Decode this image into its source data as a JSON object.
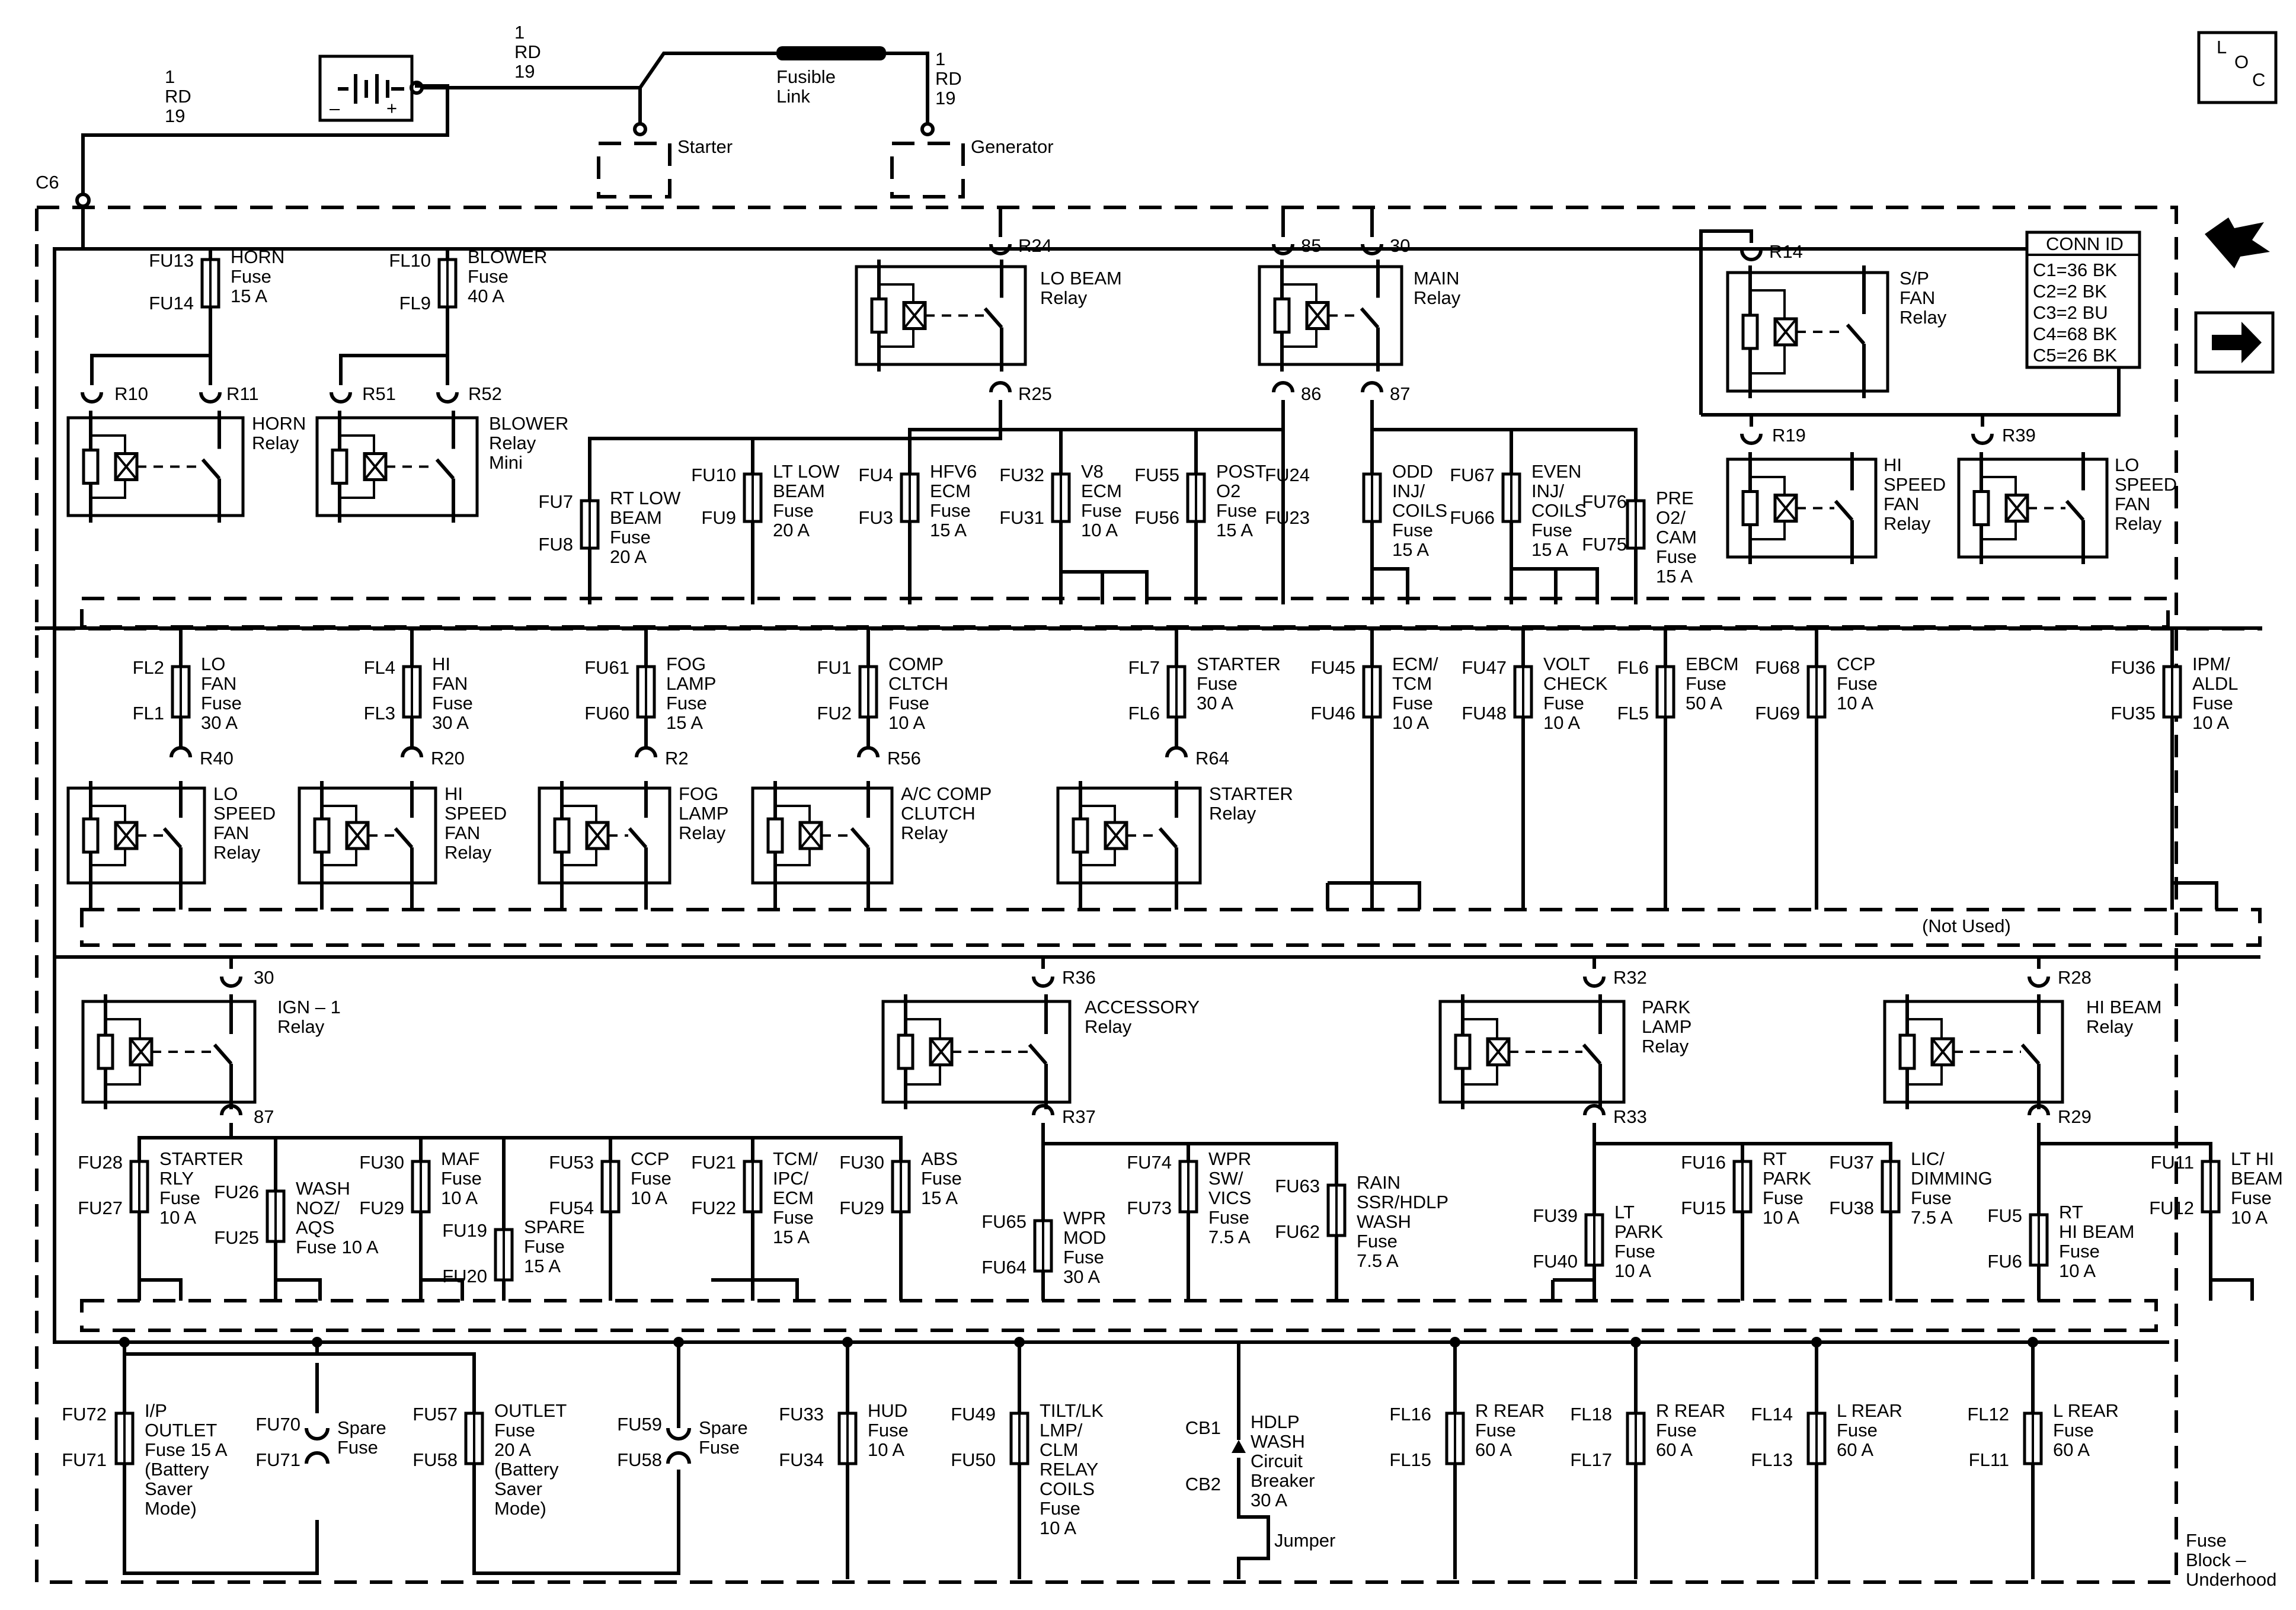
{
  "top": {
    "wire1": [
      "1",
      "RD",
      "19"
    ],
    "wire2": [
      "1",
      "RD",
      "19"
    ],
    "wire3": [
      "1",
      "RD",
      "19"
    ],
    "fusible_link": [
      "Fusible",
      "Link"
    ],
    "starter": "Starter",
    "generator": "Generator",
    "c6": "C6",
    "battery_minus": "–",
    "battery_plus": "+",
    "loc": [
      "L",
      "O",
      "C"
    ]
  },
  "conn_id": {
    "title": "CONN ID",
    "rows": [
      "C1=36 BK",
      "C2=2 BK",
      "C3=2 BU",
      "C4=68 BK",
      "C5=26 BK"
    ]
  },
  "not_used": "(Not Used)",
  "block_label": [
    "Fuse",
    "Block –",
    "Underhood"
  ],
  "relays": [
    {
      "id": "horn",
      "pins": [
        "R10",
        "R11"
      ],
      "name": [
        "HORN",
        "Relay"
      ]
    },
    {
      "id": "blower",
      "pins": [
        "R51",
        "R52"
      ],
      "name": [
        "BLOWER",
        "Relay",
        "Mini"
      ]
    },
    {
      "id": "lobeam",
      "pins": [
        "R24",
        "R25"
      ],
      "name": [
        "LO BEAM",
        "Relay"
      ]
    },
    {
      "id": "main",
      "pins": [
        "85",
        "30",
        "86",
        "87"
      ],
      "name": [
        "MAIN",
        "Relay"
      ]
    },
    {
      "id": "spfan",
      "pins": [
        "R14"
      ],
      "name": [
        "S/P",
        "FAN",
        "Relay"
      ]
    },
    {
      "id": "hispeed1",
      "pins": [
        "R19"
      ],
      "name": [
        "HI",
        "SPEED",
        "FAN",
        "Relay"
      ]
    },
    {
      "id": "lospeed1",
      "pins": [
        "R39"
      ],
      "name": [
        "LO",
        "SPEED",
        "FAN",
        "Relay"
      ]
    },
    {
      "id": "lospeed2",
      "pins": [
        "R40"
      ],
      "name": [
        "LO",
        "SPEED",
        "FAN",
        "Relay"
      ]
    },
    {
      "id": "hispeed2",
      "pins": [
        "R20"
      ],
      "name": [
        "HI",
        "SPEED",
        "FAN",
        "Relay"
      ]
    },
    {
      "id": "foglamp",
      "pins": [
        "R2"
      ],
      "name": [
        "FOG",
        "LAMP",
        "Relay"
      ]
    },
    {
      "id": "accomp",
      "pins": [
        "R56"
      ],
      "name": [
        "A/C COMP",
        "CLUTCH",
        "Relay"
      ]
    },
    {
      "id": "starter",
      "pins": [
        "R64"
      ],
      "name": [
        "STARTER",
        "Relay"
      ]
    },
    {
      "id": "ign1",
      "pins": [
        "30",
        "87"
      ],
      "name": [
        "IGN – 1",
        "Relay"
      ]
    },
    {
      "id": "accessory",
      "pins": [
        "R36",
        "R37"
      ],
      "name": [
        "ACCESSORY",
        "Relay"
      ]
    },
    {
      "id": "parklamp",
      "pins": [
        "R32",
        "R33"
      ],
      "name": [
        "PARK",
        "LAMP",
        "Relay"
      ]
    },
    {
      "id": "hibeam",
      "pins": [
        "R28",
        "R29"
      ],
      "name": [
        "HI BEAM",
        "Relay"
      ]
    }
  ],
  "fuses": [
    {
      "id": "horn",
      "pins": [
        "FU13",
        "FU14"
      ],
      "name": [
        "HORN",
        "Fuse",
        "15 A"
      ]
    },
    {
      "id": "blower",
      "pins": [
        "FL10",
        "FL9"
      ],
      "name": [
        "BLOWER",
        "Fuse",
        "40 A"
      ]
    },
    {
      "id": "rtlowbeam",
      "pins": [
        "FU7",
        "FU8"
      ],
      "name": [
        "RT LOW",
        "BEAM",
        "Fuse",
        "20 A"
      ]
    },
    {
      "id": "ltlowbeam",
      "pins": [
        "FU10",
        "FU9"
      ],
      "name": [
        "LT LOW",
        "BEAM",
        "Fuse",
        "20 A"
      ]
    },
    {
      "id": "hfv6",
      "pins": [
        "FU4",
        "FU3"
      ],
      "name": [
        "HFV6",
        "ECM",
        "Fuse",
        "15 A"
      ]
    },
    {
      "id": "v8ecm",
      "pins": [
        "FU32",
        "FU31"
      ],
      "name": [
        "V8",
        "ECM",
        "Fuse",
        "10 A"
      ]
    },
    {
      "id": "posto2",
      "pins": [
        "FU55",
        "FU56"
      ],
      "name": [
        "POST",
        "O2",
        "Fuse",
        "15 A"
      ]
    },
    {
      "id": "oddinj",
      "pins": [
        "FU24",
        "FU23"
      ],
      "name": [
        "ODD",
        "INJ/",
        "COILS",
        "Fuse",
        "15 A"
      ]
    },
    {
      "id": "eveninj",
      "pins": [
        "FU67",
        "FU66"
      ],
      "name": [
        "EVEN",
        "INJ/",
        "COILS",
        "Fuse",
        "15 A"
      ]
    },
    {
      "id": "preo2",
      "pins": [
        "FU76",
        "FU75"
      ],
      "name": [
        "PRE",
        "O2/",
        "CAM",
        "Fuse",
        "15 A"
      ]
    },
    {
      "id": "lofan",
      "pins": [
        "FL2",
        "FL1"
      ],
      "name": [
        "LO",
        "FAN",
        "Fuse",
        "30 A"
      ]
    },
    {
      "id": "hifan",
      "pins": [
        "FL4",
        "FL3"
      ],
      "name": [
        "HI",
        "FAN",
        "Fuse",
        "30 A"
      ]
    },
    {
      "id": "foglamp",
      "pins": [
        "FU61",
        "FU60"
      ],
      "name": [
        "FOG",
        "LAMP",
        "Fuse",
        "15 A"
      ]
    },
    {
      "id": "compcltch",
      "pins": [
        "FU1",
        "FU2"
      ],
      "name": [
        "COMP",
        "CLTCH",
        "Fuse",
        "10 A"
      ]
    },
    {
      "id": "starter",
      "pins": [
        "FL7",
        "FL6"
      ],
      "name": [
        "STARTER",
        "Fuse",
        "30 A"
      ]
    },
    {
      "id": "ecmtcm",
      "pins": [
        "FU45",
        "FU46"
      ],
      "name": [
        "ECM/",
        "TCM",
        "Fuse",
        "10 A"
      ]
    },
    {
      "id": "voltcheck",
      "pins": [
        "FU47",
        "FU48"
      ],
      "name": [
        "VOLT",
        "CHECK",
        "Fuse",
        "10 A"
      ]
    },
    {
      "id": "ebcm",
      "pins": [
        "FL6",
        "FL5"
      ],
      "name": [
        "EBCM",
        "Fuse",
        "50 A"
      ]
    },
    {
      "id": "ccp1",
      "pins": [
        "FU68",
        "FU69"
      ],
      "name": [
        "CCP",
        "Fuse",
        "10 A"
      ]
    },
    {
      "id": "ipmaldl",
      "pins": [
        "FU36",
        "FU35"
      ],
      "name": [
        "IPM/",
        "ALDL",
        "Fuse",
        "10 A"
      ]
    },
    {
      "id": "starterrly",
      "pins": [
        "FU28",
        "FU27"
      ],
      "name": [
        "STARTER",
        "RLY",
        "Fuse",
        "10 A"
      ]
    },
    {
      "id": "washnoz",
      "pins": [
        "FU26",
        "FU25"
      ],
      "name": [
        "WASH",
        "NOZ/",
        "AQS",
        "Fuse 10 A"
      ]
    },
    {
      "id": "maf",
      "pins": [
        "FU30",
        "FU29"
      ],
      "name": [
        "MAF",
        "Fuse",
        "10 A"
      ]
    },
    {
      "id": "spare1",
      "pins": [
        "FU19",
        "FU20"
      ],
      "name": [
        "SPARE",
        "Fuse",
        "15 A"
      ]
    },
    {
      "id": "ccp2",
      "pins": [
        "FU53",
        "FU54"
      ],
      "name": [
        "CCP",
        "Fuse",
        "10 A"
      ]
    },
    {
      "id": "tcmipc",
      "pins": [
        "FU21",
        "FU22"
      ],
      "name": [
        "TCM/",
        "IPC/",
        "ECM",
        "Fuse",
        "15 A"
      ]
    },
    {
      "id": "abs",
      "pins": [
        "FU30",
        "FU29"
      ],
      "name": [
        "ABS",
        "Fuse",
        "15 A"
      ]
    },
    {
      "id": "wprmod",
      "pins": [
        "FU65",
        "FU64"
      ],
      "name": [
        "WPR",
        "MOD",
        "Fuse",
        "30 A"
      ]
    },
    {
      "id": "wprsw",
      "pins": [
        "FU74",
        "FU73"
      ],
      "name": [
        "WPR",
        "SW/",
        "VICS",
        "Fuse",
        "7.5 A"
      ]
    },
    {
      "id": "rainssr",
      "pins": [
        "FU63",
        "FU62"
      ],
      "name": [
        "RAIN",
        "SSR/HDLP",
        "WASH",
        "Fuse",
        "7.5 A"
      ]
    },
    {
      "id": "ltpark",
      "pins": [
        "FU39",
        "FU40"
      ],
      "name": [
        "LT",
        "PARK",
        "Fuse",
        "10 A"
      ]
    },
    {
      "id": "rtpark",
      "pins": [
        "FU16",
        "FU15"
      ],
      "name": [
        "RT",
        "PARK",
        "Fuse",
        "10 A"
      ]
    },
    {
      "id": "licdim",
      "pins": [
        "FU37",
        "FU38"
      ],
      "name": [
        "LIC/",
        "DIMMING",
        "Fuse",
        "7.5 A"
      ]
    },
    {
      "id": "rthibeam",
      "pins": [
        "FU5",
        "FU6"
      ],
      "name": [
        "RT",
        "HI BEAM",
        "Fuse",
        "10 A"
      ]
    },
    {
      "id": "lthibeam",
      "pins": [
        "FU11",
        "FU12"
      ],
      "name": [
        "LT HI",
        "BEAM",
        "Fuse",
        "10 A"
      ]
    },
    {
      "id": "ipoutlet",
      "pins": [
        "FU72",
        "FU71"
      ],
      "name": [
        "I/P",
        "OUTLET",
        "Fuse 15 A",
        "(Battery",
        "Saver",
        "Mode)"
      ]
    },
    {
      "id": "spare70",
      "pins": [
        "FU70",
        "FU71"
      ],
      "name": [
        "Spare",
        "Fuse"
      ]
    },
    {
      "id": "outlet",
      "pins": [
        "FU57",
        "FU58"
      ],
      "name": [
        "OUTLET",
        "Fuse",
        "20 A",
        "(Battery",
        "Saver",
        "Mode)"
      ]
    },
    {
      "id": "spare59",
      "pins": [
        "FU59",
        "FU58"
      ],
      "name": [
        "Spare",
        "Fuse"
      ]
    },
    {
      "id": "hud",
      "pins": [
        "FU33",
        "FU34"
      ],
      "name": [
        "HUD",
        "Fuse",
        "10 A"
      ]
    },
    {
      "id": "tilt",
      "pins": [
        "FU49",
        "FU50"
      ],
      "name": [
        "TILT/LK",
        "LMP/",
        "CLM",
        "RELAY",
        "COILS",
        "Fuse",
        "10 A"
      ]
    },
    {
      "id": "hdlpwash",
      "pins": [
        "CB1",
        "CB2"
      ],
      "name": [
        "HDLP",
        "WASH",
        "Circuit",
        "Breaker",
        "30 A"
      ]
    },
    {
      "id": "rrear1",
      "pins": [
        "FL16",
        "FL15"
      ],
      "name": [
        "R REAR",
        "Fuse",
        "60 A"
      ]
    },
    {
      "id": "rrear2",
      "pins": [
        "FL18",
        "FL17"
      ],
      "name": [
        "R REAR",
        "Fuse",
        "60 A"
      ]
    },
    {
      "id": "lrear1",
      "pins": [
        "FL14",
        "FL13"
      ],
      "name": [
        "L REAR",
        "Fuse",
        "60 A"
      ]
    },
    {
      "id": "lrear2",
      "pins": [
        "FL12",
        "FL11"
      ],
      "name": [
        "L REAR",
        "Fuse",
        "60 A"
      ]
    }
  ],
  "jumper": "Jumper"
}
